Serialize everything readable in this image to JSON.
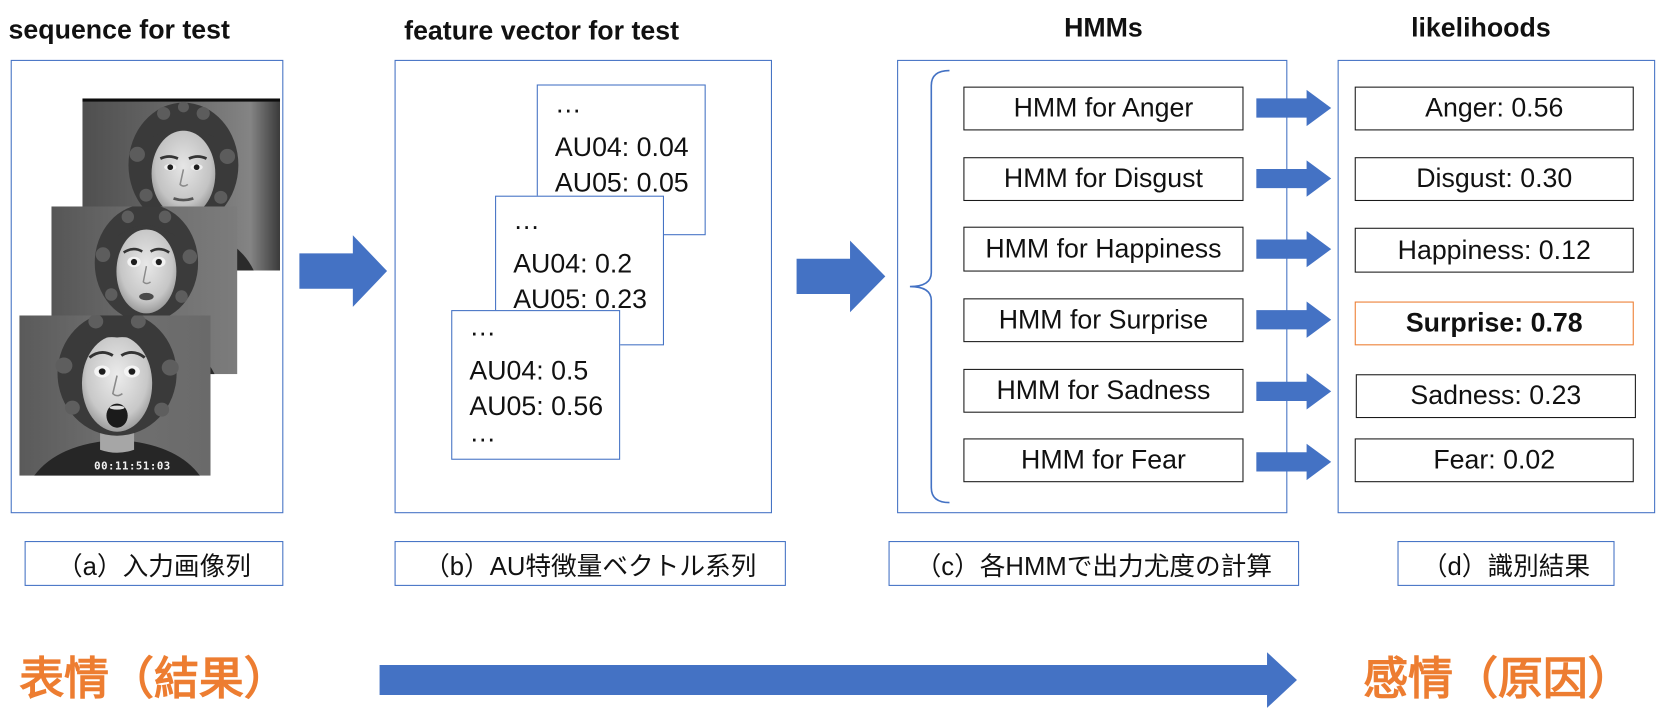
{
  "panels": {
    "a": {
      "header": "sequence for test",
      "caption": "（a）入力画像列",
      "photo_timestamp": "00:11:51:03"
    },
    "b": {
      "header": "feature vector for test",
      "caption": "（b）AU特徴量ベクトル系列",
      "cards": [
        {
          "lines": [
            "…",
            "AU04: 0.04",
            "AU05: 0.05"
          ]
        },
        {
          "lines": [
            "…",
            "AU04: 0.2",
            "AU05: 0.23"
          ]
        },
        {
          "lines": [
            "…",
            "AU04: 0.5",
            "AU05: 0.56",
            "…"
          ]
        }
      ]
    },
    "c": {
      "header": "HMMs",
      "caption": "（c）各HMMで出力尤度の計算",
      "models": [
        "HMM for Anger",
        "HMM for Disgust",
        "HMM for Happiness",
        "HMM for Surprise",
        "HMM for Sadness",
        "HMM for Fear"
      ]
    },
    "d": {
      "header": "likelihoods",
      "caption": "（d）識別結果",
      "results": [
        {
          "text": "Anger: 0.56",
          "highlighted": false
        },
        {
          "text": "Disgust: 0.30",
          "highlighted": false
        },
        {
          "text": "Happiness: 0.12",
          "highlighted": false
        },
        {
          "text": "Surprise: 0.78",
          "highlighted": true
        },
        {
          "text": "Sadness: 0.23",
          "highlighted": false
        },
        {
          "text": "Fear: 0.02",
          "highlighted": false
        }
      ]
    }
  },
  "bottom": {
    "left_label": "表情（結果）",
    "right_label": "感情（原因）"
  },
  "colors": {
    "blue": "#4472C4",
    "orange": "#ED7D31",
    "box_border": "#1A1A1A"
  }
}
